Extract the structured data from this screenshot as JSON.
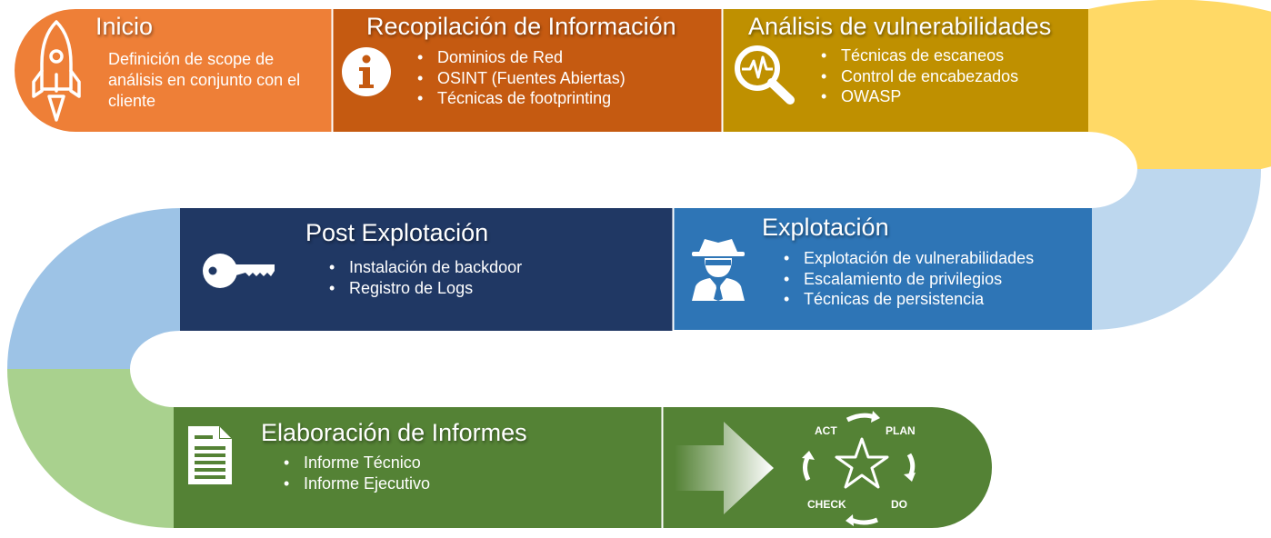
{
  "stages": {
    "inicio": {
      "title": "Inicio",
      "description": "Definición de scope de análisis en conjunto con el cliente",
      "icon": "rocket-icon",
      "color": "#ee7f37"
    },
    "recopilacion": {
      "title": "Recopilación de Información",
      "items": [
        "Dominios de Red",
        "OSINT (Fuentes Abiertas)",
        "Técnicas de footprinting"
      ],
      "icon": "info-icon",
      "color": "#c55a11"
    },
    "analisis": {
      "title": "Análisis de vulnerabilidades",
      "items": [
        "Técnicas de escaneos",
        "Control de encabezados",
        "OWASP"
      ],
      "icon": "magnifier-pulse-icon",
      "color": "#bf9000"
    },
    "explotacion": {
      "title": "Explotación",
      "items": [
        "Explotación de vulnerabilidades",
        "Escalamiento de privilegios",
        "Técnicas de persistencia"
      ],
      "icon": "spy-icon",
      "color": "#2e75b6"
    },
    "post_explotacion": {
      "title": "Post Explotación",
      "items": [
        "Instalación de backdoor",
        "Registro de Logs"
      ],
      "icon": "key-icon",
      "color": "#203864"
    },
    "informes": {
      "title": "Elaboración de Informes",
      "items": [
        "Informe Técnico",
        "Informe Ejecutivo"
      ],
      "icon": "document-icon",
      "color": "#548235"
    }
  },
  "pdca": {
    "act": "ACT",
    "plan": "PLAN",
    "do": "DO",
    "check": "CHECK",
    "icon": "star-cycle-icon"
  },
  "connector_colors": {
    "yellow": "#ffd966",
    "light_blue_right": "#bdd7ee",
    "light_blue_left": "#9dc3e6",
    "light_green": "#a9d18e"
  }
}
